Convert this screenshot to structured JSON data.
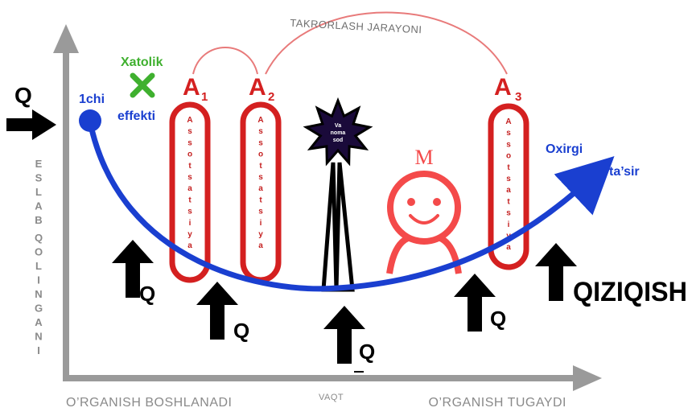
{
  "diagram": {
    "process_label": "TAKRORLASH JARAYONI",
    "error_label": "Xatolik",
    "first_effect_line1": "1chi",
    "first_effect_line2": "effekti",
    "last_effect_line1": "Oxirgi",
    "last_effect_line2": "ta’sir",
    "q_symbol": "Q",
    "interest_label": "QIZIQISH",
    "x_axis_start": "O’RGANISH BOSHLANADI",
    "x_axis_mid": "VAQT",
    "x_axis_end": "O’RGANISH TUGAYDI",
    "y_axis_line1": "ESLAB",
    "y_axis_line2": "QOLINGANI",
    "star_text_1": "Va",
    "star_text_2": "noma",
    "star_text_3": "sod",
    "m_label": "M",
    "a1_letter": "A",
    "a1_sub": "1",
    "a2_letter": "A",
    "a2_sub": "2",
    "a3_letter": "A",
    "a3_sub": "3",
    "pillar_text": "Assotsatsiya",
    "colors": {
      "curve": "#1a3fd0",
      "pillar": "#d42020",
      "axis": "#9a9a9a",
      "smiley": "#f44a4a",
      "green": "#3fb02f"
    }
  }
}
